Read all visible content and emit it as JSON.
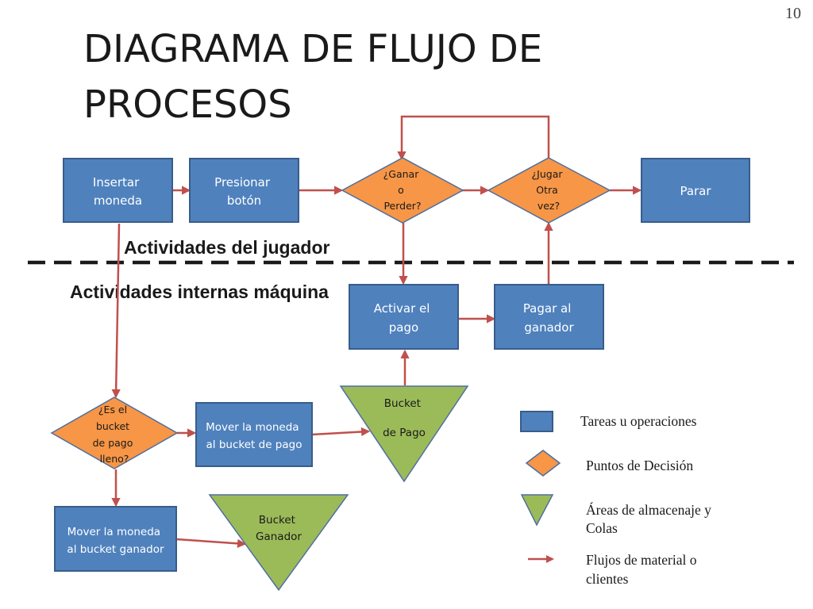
{
  "slide_number": "10",
  "title": {
    "line1": "DIAGRAMA DE FLUJO DE",
    "line2": "PROCESOS"
  },
  "sections": {
    "player": "Actividades del jugador",
    "machine": "Actividades internas máquina"
  },
  "tasks": {
    "insert_coin": [
      "Insertar",
      "moneda"
    ],
    "press_button": [
      "Presionar",
      "botón"
    ],
    "stop": [
      "Parar"
    ],
    "activate_payment": [
      "Activar el",
      "pago"
    ],
    "pay_winner": [
      "Pagar al",
      "ganador"
    ],
    "move_coin_payment": [
      "Mover la moneda",
      "al bucket de pago"
    ],
    "move_coin_winner": [
      "Mover la moneda",
      "al bucket ganador"
    ]
  },
  "decisions": {
    "win_or_lose": [
      "¿Ganar",
      "o",
      "Perder?"
    ],
    "play_again": [
      "¿Jugar",
      "Otra",
      "vez?"
    ],
    "bucket_full": [
      "¿Es el",
      "bucket",
      "de pago",
      "lleno?"
    ]
  },
  "storage": {
    "payment_bucket": [
      "Bucket",
      "de Pago"
    ],
    "winner_bucket": [
      "Bucket",
      "Ganador"
    ]
  },
  "legend": {
    "tasks": [
      "Tareas u operaciones"
    ],
    "decisions": [
      "Puntos de Decisión"
    ],
    "storage": [
      "Áreas de almacenaje y",
      "Colas"
    ],
    "flows": [
      "Flujos de material o",
      "clientes"
    ]
  },
  "colors": {
    "task_fill": "#4f81bd",
    "task_stroke": "#385d8a",
    "decision_fill": "#f79646",
    "decision_stroke": "#4f6f9f",
    "storage_fill": "#9bbb59",
    "storage_stroke": "#4f6f9f",
    "flow_arrow": "#c0504d",
    "divider": "#1a1a1a"
  }
}
